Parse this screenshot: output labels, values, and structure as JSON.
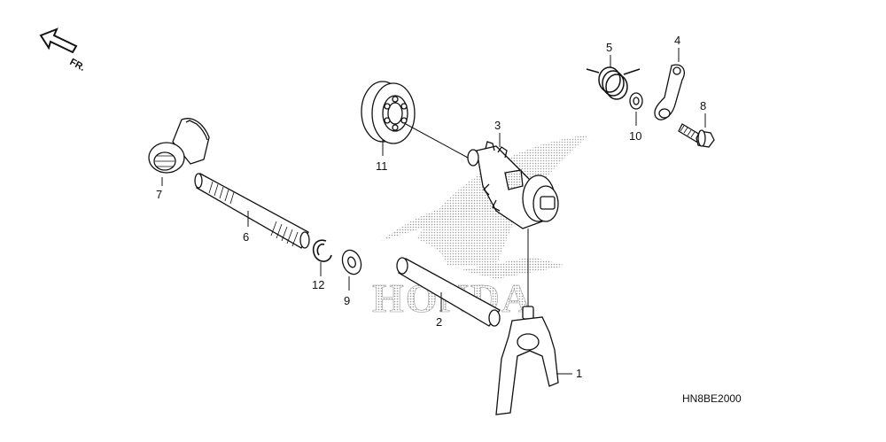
{
  "diagram": {
    "direction_label": "FR.",
    "watermark_text": "HONDA",
    "drawing_code": "HN8BE2000",
    "parts": [
      {
        "label": "1",
        "part": "shift-fork"
      },
      {
        "label": "2",
        "part": "shift-fork-shaft"
      },
      {
        "label": "3",
        "part": "gearshift-drum"
      },
      {
        "label": "4",
        "part": "drum-stopper-arm"
      },
      {
        "label": "5",
        "part": "stopper-arm-spring"
      },
      {
        "label": "6",
        "part": "gearshift-spindle"
      },
      {
        "label": "7",
        "part": "gearshift-sector"
      },
      {
        "label": "8",
        "part": "flange-bolt"
      },
      {
        "label": "9",
        "part": "washer"
      },
      {
        "label": "10",
        "part": "collar"
      },
      {
        "label": "11",
        "part": "radial-ball-bearing"
      },
      {
        "label": "12",
        "part": "circlip"
      }
    ]
  },
  "colors": {
    "line": "#111111",
    "watermark": "#b5b5b5"
  }
}
